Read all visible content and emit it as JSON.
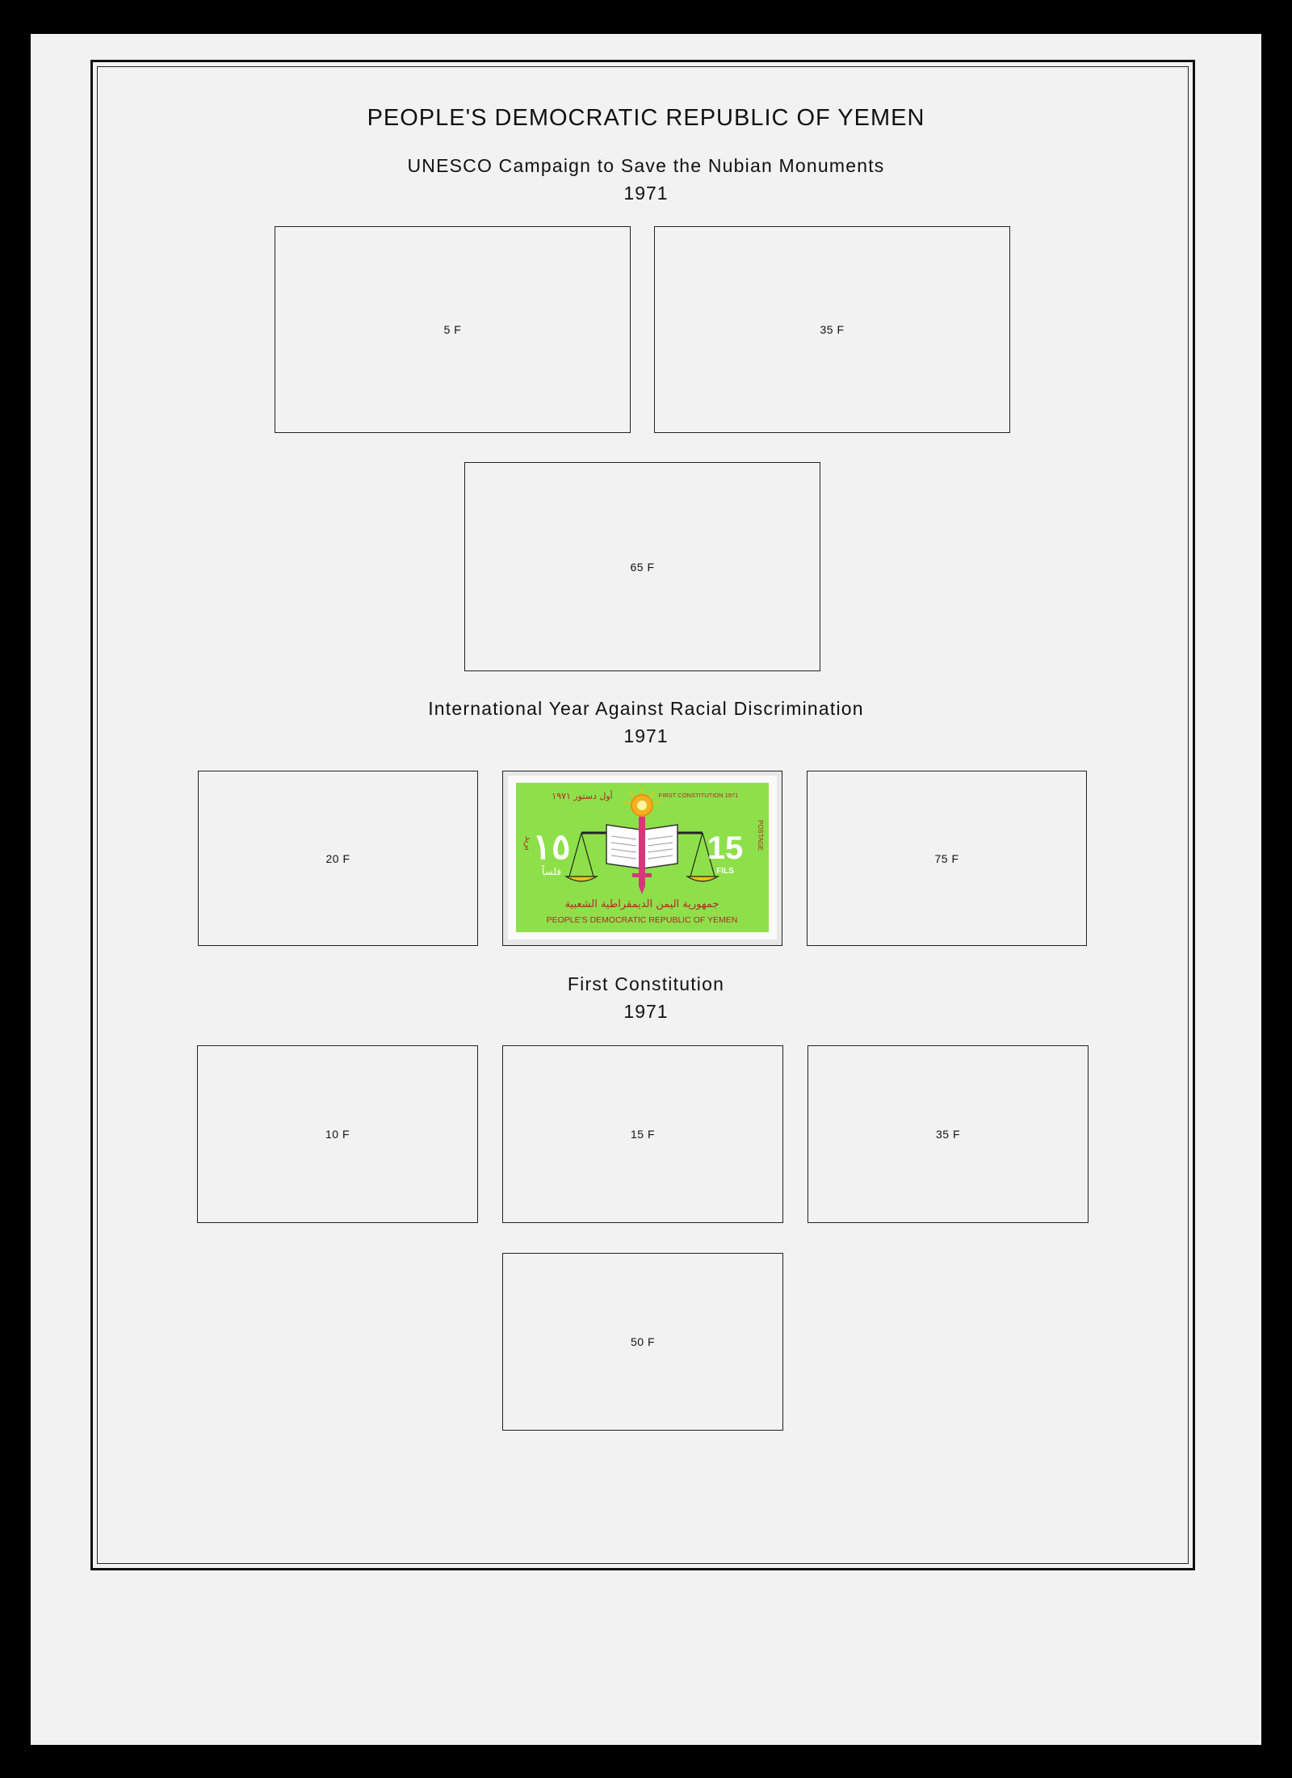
{
  "page": {
    "title": "PEOPLE'S DEMOCRATIC REPUBLIC OF YEMEN"
  },
  "sections": [
    {
      "title": "UNESCO Campaign to Save the Nubian Monuments",
      "year": "1971",
      "spaces": [
        "5 F",
        "35 F",
        "65 F"
      ]
    },
    {
      "title": "International Year Against Racial Discrimination",
      "year": "1971",
      "spaces": [
        "20 F",
        "",
        "75 F"
      ]
    },
    {
      "title": "First Constitution",
      "year": "1971",
      "spaces": [
        "10 F",
        "15 F",
        "35 F",
        "50 F"
      ]
    }
  ],
  "stamp": {
    "top_caption": "FIRST CONSTITUTION 1971",
    "arabic_top": "أول دستور ١٩٧١",
    "value": "15",
    "value_arabic": "١٥",
    "unit": "FILS",
    "unit_arabic": "فلساً",
    "side_text": "POSTAGE",
    "side_text_arabic": "بريد",
    "arabic_country": "جمهورية اليمن الديمقراطية الشعبية",
    "country": "PEOPLE'S DEMOCRATIC REPUBLIC OF YEMEN",
    "colors": {
      "background": "#8ee04a",
      "text": "#b3262a",
      "accent": "#e7c21a"
    }
  }
}
